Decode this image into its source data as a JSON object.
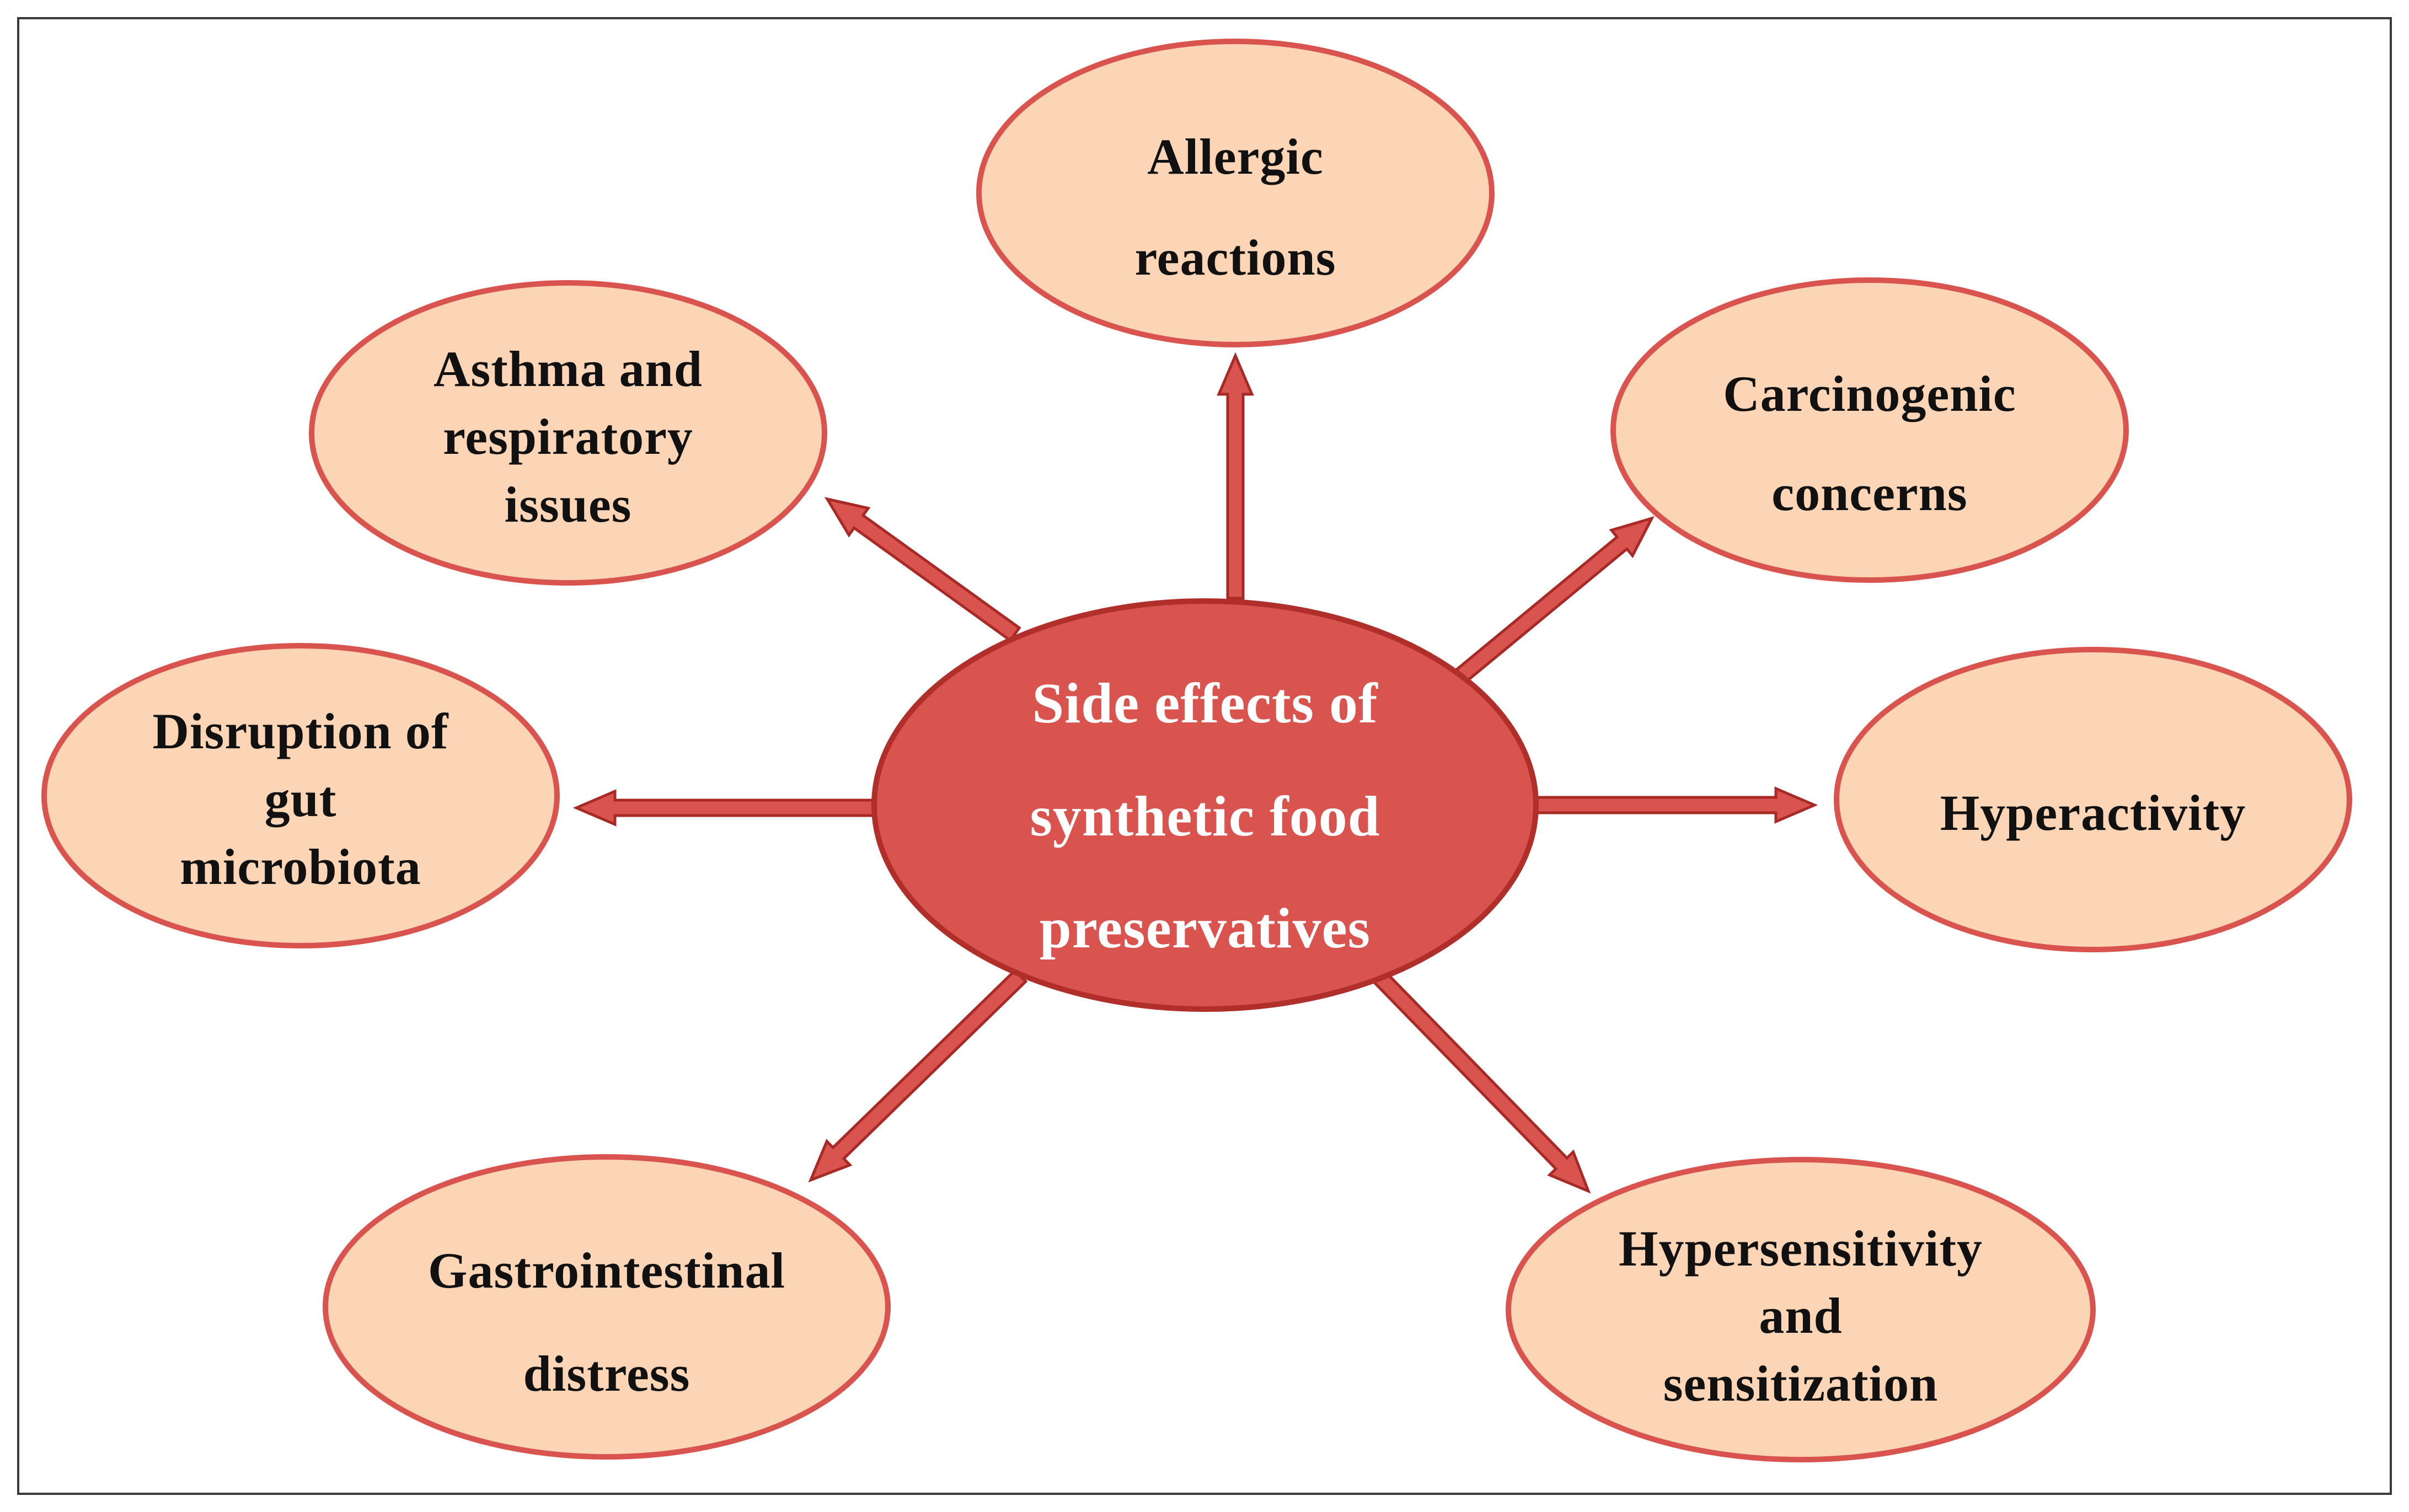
{
  "center": {
    "lines": [
      "Side effects of",
      "synthetic food",
      "preservatives"
    ]
  },
  "effects": [
    {
      "id": "allergic",
      "lines": [
        "Allergic",
        "reactions"
      ]
    },
    {
      "id": "carcinogenic",
      "lines": [
        "Carcinogenic",
        "concerns"
      ]
    },
    {
      "id": "hyperactivity",
      "lines": [
        "Hyperactivity"
      ]
    },
    {
      "id": "hypersensitivity",
      "lines": [
        "Hypersensitivity",
        "and",
        "sensitization"
      ]
    },
    {
      "id": "gastrointestinal",
      "lines": [
        "Gastrointestinal",
        "distress"
      ]
    },
    {
      "id": "gut-microbiota",
      "lines": [
        "Disruption of",
        "gut",
        "microbiota"
      ]
    },
    {
      "id": "asthma",
      "lines": [
        "Asthma and",
        "respiratory",
        "issues"
      ]
    }
  ],
  "colors": {
    "node_fill": "#fbd5b5",
    "node_border": "#d9534f",
    "center_fill": "#d9534f",
    "arrow": "#d9534f",
    "text": "#111111",
    "center_text": "#ffffff"
  }
}
